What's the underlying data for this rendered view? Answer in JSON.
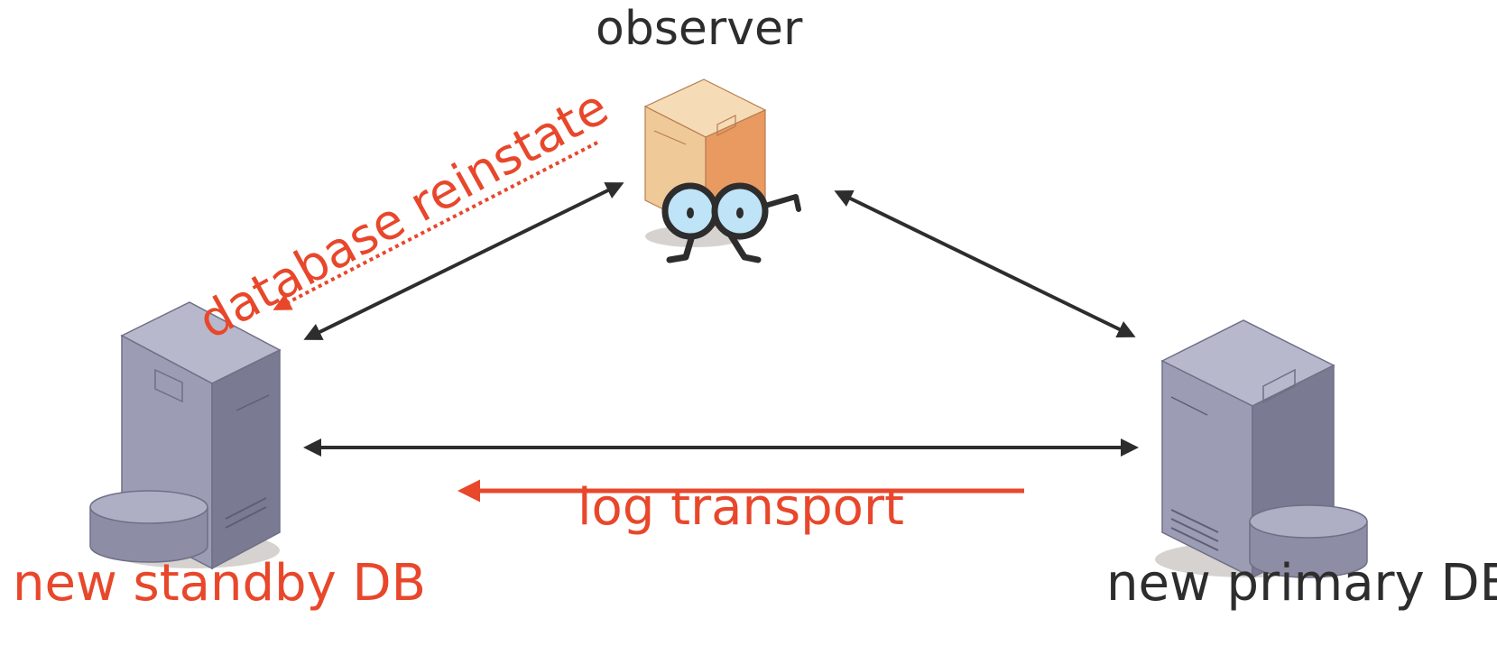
{
  "nodes": {
    "observer": {
      "label": "observer"
    },
    "standby": {
      "label": "new standby DB"
    },
    "primary": {
      "label": "new primary DB"
    }
  },
  "edges": {
    "log_transport": {
      "label": "log transport"
    },
    "database_reinstate": {
      "label": "database reinstate"
    }
  },
  "colors": {
    "accent": "#e8472b",
    "dark": "#2d2d2d",
    "server_front": "#9c9cb4",
    "server_side": "#7a7a92",
    "server_top": "#b8b8cc",
    "observer_front": "#f0c998",
    "observer_side": "#e99a60",
    "eye": "#bfe3f7"
  }
}
